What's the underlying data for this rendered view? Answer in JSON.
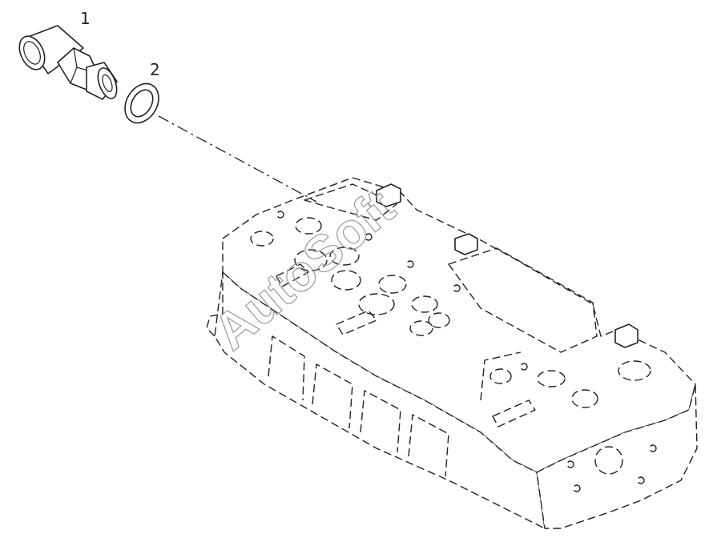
{
  "callouts": {
    "part1": "1",
    "part2": "2"
  },
  "watermark": "AutoSoft"
}
